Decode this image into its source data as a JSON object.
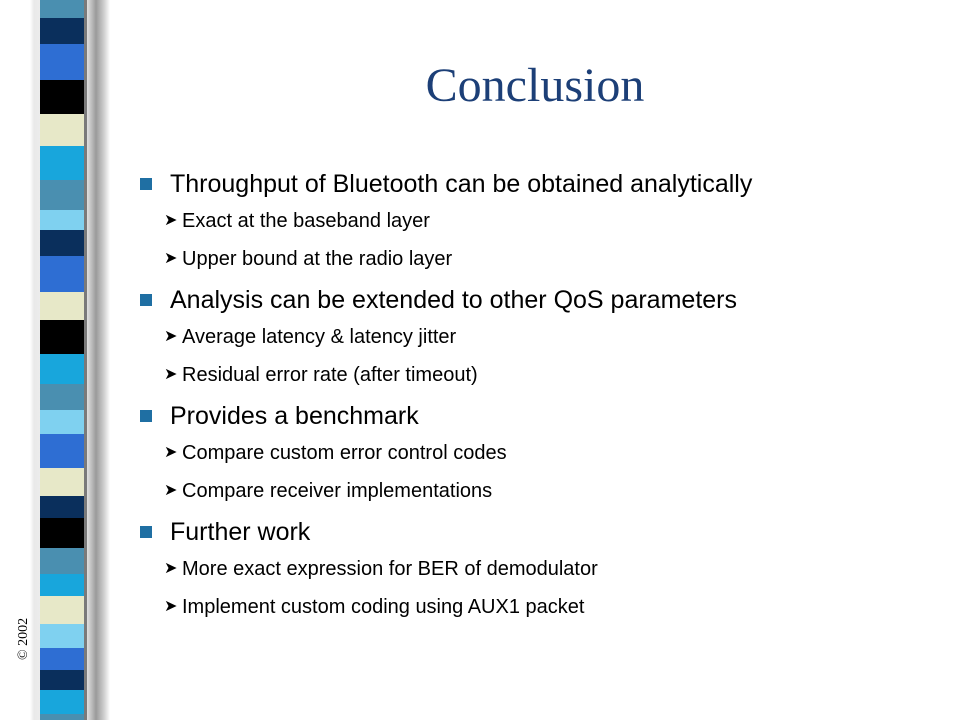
{
  "slide": {
    "title": "Conclusion",
    "copyright": "© 2002",
    "bullets": [
      {
        "text": "Throughput of Bluetooth can be obtained analytically",
        "subs": [
          "Exact at the baseband layer",
          "Upper bound at the radio layer"
        ]
      },
      {
        "text": "Analysis can be extended to other QoS parameters",
        "subs": [
          "Average latency & latency jitter",
          "Residual error rate (after timeout)"
        ]
      },
      {
        "text": "Provides a benchmark",
        "subs": [
          "Compare custom error control codes",
          "Compare receiver implementations"
        ]
      },
      {
        "text": "Further work",
        "subs": [
          "More exact expression for BER of demodulator",
          "Implement custom coding using AUX1 packet"
        ]
      }
    ]
  },
  "colors": {
    "title": "#1c3f77",
    "bullet_marker": "#1f6fa3",
    "strip_palette": [
      "#4a8fb0",
      "#0a2f5c",
      "#2e6ed3",
      "#000000",
      "#e7e8c8",
      "#18a6dc",
      "#7fd1f0"
    ]
  },
  "icons": {
    "bullet": "blue-square-icon",
    "sub_bullet": "arrowhead-icon"
  }
}
